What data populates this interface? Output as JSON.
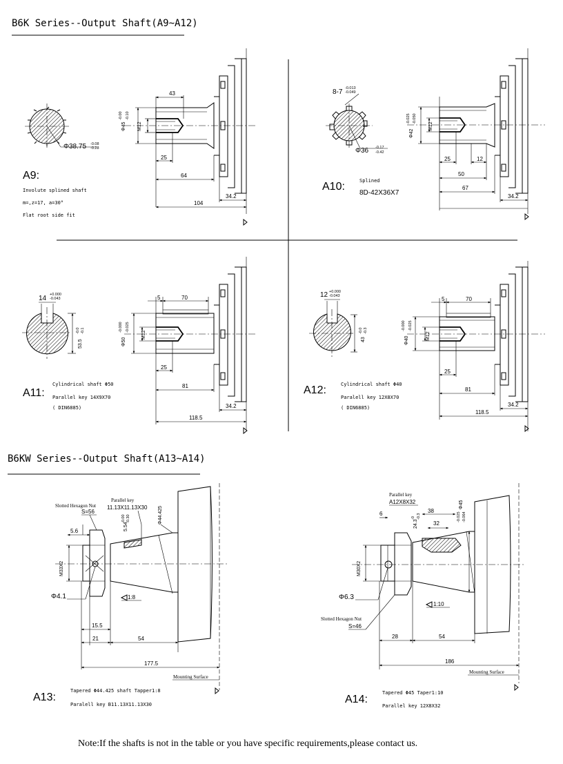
{
  "headings": {
    "b6k": "B6K Series--Output Shaft(A9~A12)",
    "b6kw": "B6KW  Series--Output Shaft(A13~A14)"
  },
  "a9": {
    "label": "A9:",
    "desc": [
      "Involute splined shaft",
      "m=,z=17, a=30°",
      "Flat root side fit"
    ],
    "dia": "Φ38.75",
    "dia_tol": [
      "-0.08",
      "-0.28"
    ],
    "dims": {
      "d43": "43",
      "m12": "M12",
      "d25": "25",
      "d64": "64",
      "d104": "104",
      "d342": "34.2",
      "shaft_dia": "Φ45",
      "shaft_tol": [
        "-0.00",
        "-0.10"
      ]
    }
  },
  "a10": {
    "label": "A10:",
    "desc": [
      "Splined",
      "8D-42X36X7"
    ],
    "key": "8-7",
    "key_tol": [
      "-0.013",
      "-0.049"
    ],
    "dia": "Φ36",
    "dia_tol": [
      "-0.17",
      "-0.42"
    ],
    "dims": {
      "m12": "M12",
      "d25": "25",
      "d12": "12",
      "d50": "50",
      "d67": "67",
      "d342": "34.2",
      "shaft_dia": "Φ42",
      "shaft_tol": [
        "-0.025",
        "-0.050"
      ]
    }
  },
  "a11": {
    "label": "A11:",
    "desc": [
      "Cylindrical shaft  Φ50",
      "Parallel key 14X9X70",
      "( DIN6885)"
    ],
    "key": "14",
    "key_tol": [
      "+0.000",
      "-0.043"
    ],
    "depth": "53.5",
    "depth_tol": [
      "-0.0",
      "-0.1"
    ],
    "dims": {
      "d5": "5",
      "d70": "70",
      "m12": "M12",
      "d25": "25",
      "d81": "81",
      "d1185": "118.5",
      "d342": "34.2",
      "shaft_dia": "Φ50",
      "shaft_tol": [
        "-0.000",
        "-0.025"
      ]
    }
  },
  "a12": {
    "label": "A12:",
    "desc": [
      "Cylindrical shaft  Φ40",
      "Paralell key 12X8X70",
      "( DIN6885)"
    ],
    "key": "12",
    "key_tol": [
      "+0.000",
      "-0.043"
    ],
    "depth": "43",
    "depth_tol": [
      "-0.0",
      "-0.3"
    ],
    "dims": {
      "d5": "5",
      "d70": "70",
      "m12": "M12",
      "d25": "25",
      "d81": "81",
      "d1185": "118.5",
      "d342": "34.2",
      "shaft_dia": "Φ40",
      "shaft_tol": [
        "-0.000",
        "-0.025"
      ]
    }
  },
  "a13": {
    "label": "A13:",
    "desc": [
      "Tapered  Φ44.425 shaft Tapper1:8",
      "Paralell key  B11.13X11.13X30"
    ],
    "nut_label": "Slotted Hexagon Nut",
    "nut_s": "S=56",
    "key_label": "Parallel key",
    "key_size": "11.13X11.13X30",
    "key_depth": "5.54",
    "key_depth_tol": [
      "-0.00",
      "-0.30"
    ],
    "taper_dia": "Φ44.425",
    "thread": "M33X2",
    "pin": "Φ4.1",
    "taper": "1:8",
    "dims": {
      "d56": "5.6",
      "d155": "15.5",
      "d21": "21",
      "d54": "54",
      "d1775": "177.5"
    },
    "mounting": "Mounting Surface"
  },
  "a14": {
    "label": "A14:",
    "desc": [
      "Tapered  Φ45 Taper1:10",
      "Parallel key 12X8X32"
    ],
    "key_label": "Parallel key",
    "key_size": "A12X8X32",
    "nut_label": "Slotted Hexagon Nut",
    "nut_s": "S=46",
    "key_depth": "24.3",
    "key_depth_tol": [
      "-0",
      "-0.3"
    ],
    "taper_dia": "Φ45",
    "taper_tol": [
      "-0.025",
      "-0.064"
    ],
    "thread": "M30X2",
    "pin": "Φ6.3",
    "taper": "1:10",
    "dims": {
      "d6": "6",
      "d38": "38",
      "d32": "32",
      "d28": "28",
      "d54": "54",
      "d186": "186"
    },
    "mounting": "Mounting Surface"
  },
  "note": "Note:If the shafts is not in the table or you have specific requirements,please contact us."
}
